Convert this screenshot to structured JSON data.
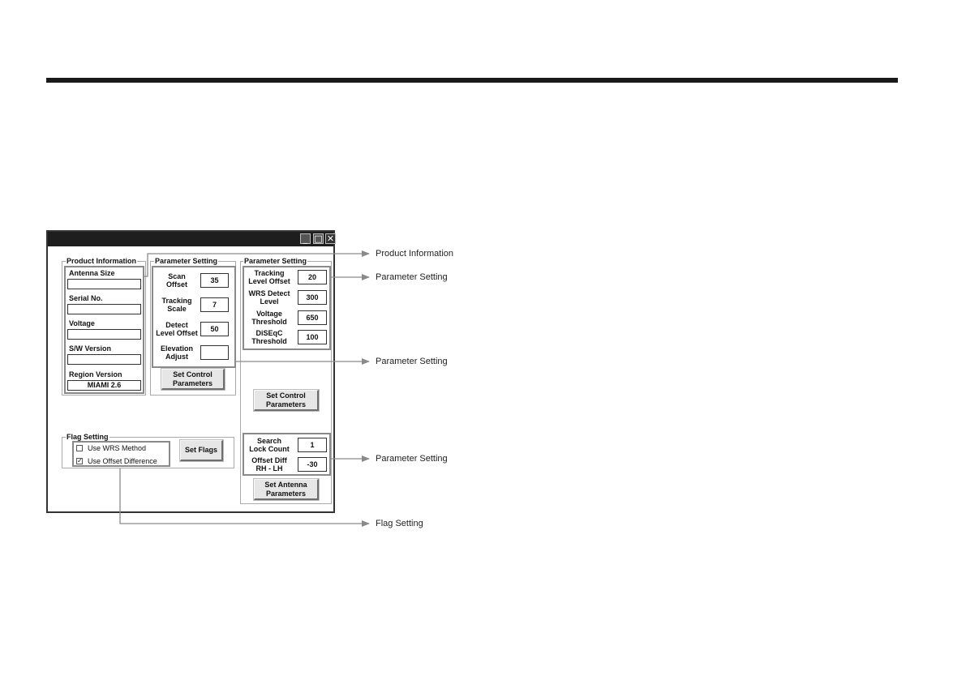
{
  "window": {
    "controls": {
      "minimize_icon": "minimize-icon",
      "maximize_icon": "maximize-icon",
      "close_icon": "close-icon"
    }
  },
  "product_info": {
    "title": "Product Information",
    "antenna_size_label": "Antenna Size",
    "antenna_size_value": "",
    "serial_label": "Serial No.",
    "serial_value": "",
    "voltage_label": "Voltage",
    "voltage_value": "",
    "sw_version_label": "S/W Version",
    "sw_version_value": "",
    "region_version_label": "Region Version",
    "region_version_value": "MIAMI 2.6"
  },
  "param_setting_1": {
    "title": "Parameter Setting",
    "scan_offset_label_1": "Scan",
    "scan_offset_label_2": "Offset",
    "scan_offset_value": "35",
    "tracking_scale_label_1": "Tracking",
    "tracking_scale_label_2": "Scale",
    "tracking_scale_value": "7",
    "detect_level_label_1": "Detect",
    "detect_level_label_2": "Level Offset",
    "detect_level_value": "50",
    "elevation_label_1": "Elevation",
    "elevation_label_2": "Adjust",
    "elevation_value": "",
    "set_button_1": "Set Control",
    "set_button_2": "Parameters"
  },
  "param_setting_2": {
    "title": "Parameter Setting",
    "tracking_level_label_1": "Tracking",
    "tracking_level_label_2": "Level Offset",
    "tracking_level_value": "20",
    "wrs_detect_label_1": "WRS Detect",
    "wrs_detect_label_2": "Level",
    "wrs_detect_value": "300",
    "voltage_threshold_label_1": "Voltage",
    "voltage_threshold_label_2": "Threshold",
    "voltage_threshold_value": "650",
    "diseqc_label_1": "DiSEqC",
    "diseqc_label_2": "Threshold",
    "diseqc_value": "100",
    "set_control_button_1": "Set Control",
    "set_control_button_2": "Parameters",
    "search_lock_label_1": "Search",
    "search_lock_label_2": "Lock Count",
    "search_lock_value": "1",
    "offset_diff_label_1": "Offset Diff",
    "offset_diff_label_2": "RH - LH",
    "offset_diff_value": "-30",
    "set_antenna_button_1": "Set Antenna",
    "set_antenna_button_2": "Parameters"
  },
  "flag_setting": {
    "title": "Flag Setting",
    "use_wrs_label": "Use WRS Method",
    "use_wrs_checked": false,
    "use_offset_label": "Use Offset Difference",
    "use_offset_checked": true,
    "set_flags_button": "Set Flags"
  },
  "callouts": {
    "product_information": "Product Information",
    "parameter_setting_1": "Parameter Setting",
    "parameter_setting_2": "Parameter Setting",
    "parameter_setting_3": "Parameter Setting",
    "flag_setting": "Flag Setting"
  },
  "colors": {
    "callout_line": "#8a8a8a",
    "titlebar": "#1e1e1e",
    "rule": "#1a1a1a"
  }
}
